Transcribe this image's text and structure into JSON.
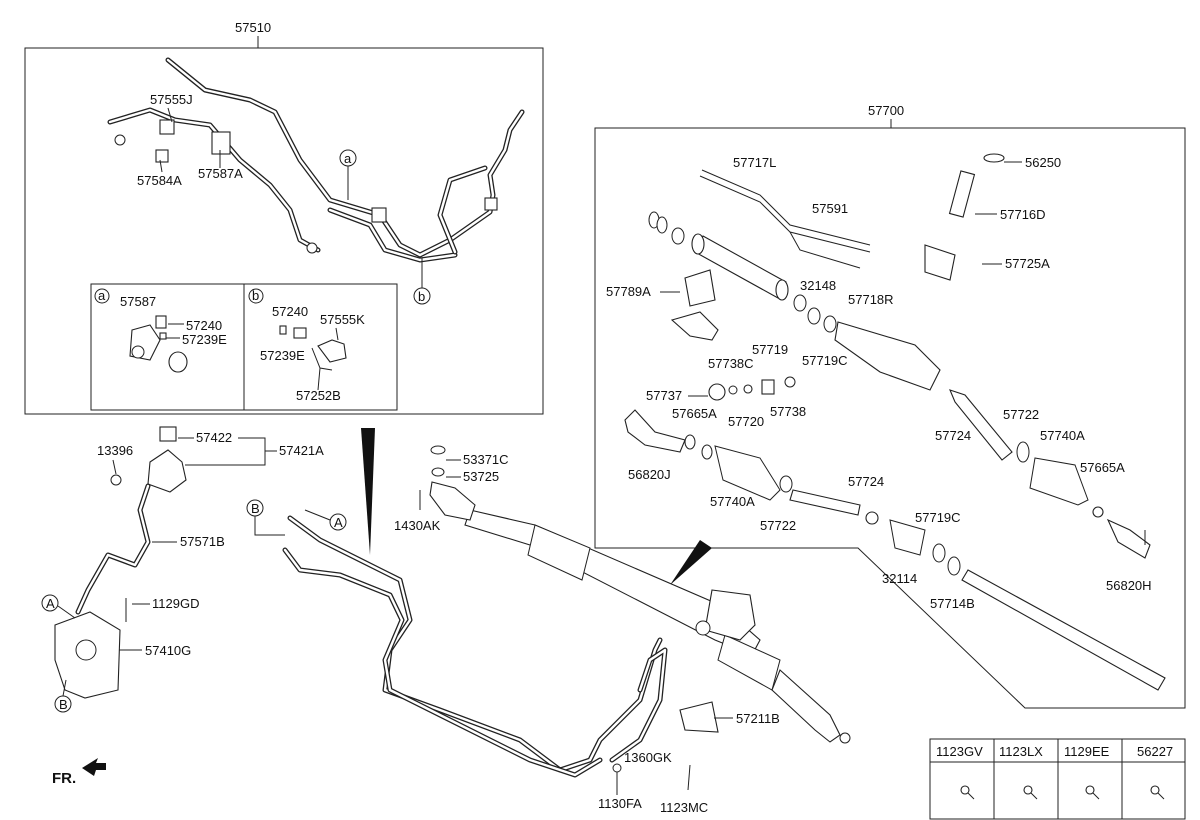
{
  "top_label": "57510",
  "rack_label": "57700",
  "labels_top_box": {
    "p57555J": "57555J",
    "p57584A": "57584A",
    "p57587A": "57587A",
    "callout_a": "a",
    "callout_b": "b"
  },
  "inset_a": {
    "tag": "a",
    "p57587": "57587",
    "p57240": "57240",
    "p57239E": "57239E"
  },
  "inset_b": {
    "tag": "b",
    "p57240": "57240",
    "p57555K": "57555K",
    "p57239E": "57239E",
    "p57252B": "57252B"
  },
  "rack_box": {
    "p57717L": "57717L",
    "p56250": "56250",
    "p57591": "57591",
    "p57716D": "57716D",
    "p57725A": "57725A",
    "p32148": "32148",
    "p57718R": "57718R",
    "p57789A": "57789A",
    "p57719": "57719",
    "p57738C": "57738C",
    "p57719C_top": "57719C",
    "p57737": "57737",
    "p57720": "57720",
    "p57738": "57738",
    "p57665A_l": "57665A",
    "p57722_r": "57722",
    "p57724_r": "57724",
    "p57740A_r": "57740A",
    "p56820J": "56820J",
    "p57740A_l": "57740A",
    "p57722_l": "57722",
    "p57724_l": "57724",
    "p57665A_r": "57665A",
    "p57719C_b": "57719C",
    "p32114": "32114",
    "p57714B": "57714B",
    "p56820H": "56820H"
  },
  "lower_left": {
    "p13396": "13396",
    "p57422": "57422",
    "p57421A": "57421A",
    "p57571B": "57571B",
    "p1129GD": "1129GD",
    "p57410G": "57410G",
    "callout_A": "A",
    "callout_B": "B"
  },
  "lower_center": {
    "callout_A": "A",
    "callout_B": "B",
    "p53371C": "53371C",
    "p53725": "53725",
    "p1430AK": "1430AK",
    "p57211B": "57211B",
    "p1360GK": "1360GK",
    "p1130FA": "1130FA",
    "p1123MC": "1123MC"
  },
  "direction_label": "FR.",
  "fastener_table": {
    "headers": [
      "1123GV",
      "1123LX",
      "1129EE",
      "56227"
    ]
  }
}
